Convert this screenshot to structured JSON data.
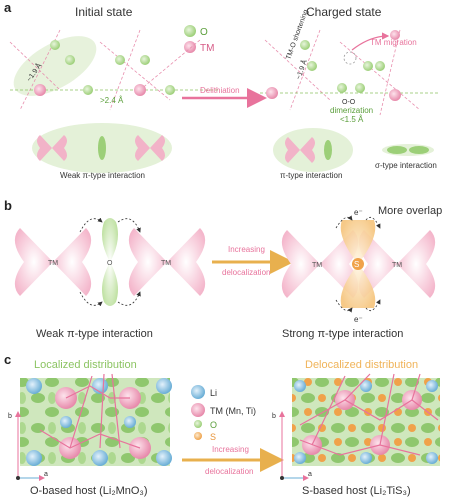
{
  "panels": {
    "a": {
      "label": "a",
      "initial_title": "Initial state",
      "charged_title": "Charged state",
      "legend_o": "O",
      "legend_tm": "TM",
      "dist_19": "~1.9 Å",
      "dist_24": ">2.4 Å",
      "delithiation": "Delithiation",
      "tmo_shortening": "TM-O shortening",
      "dist_charged_19": "~1.9 Å",
      "tm_migration": "TM migration",
      "oo": "O-O",
      "dimerization": "dimerization",
      "dist_15": "<1.5 Å",
      "weak_pi": "Weak π-type interaction",
      "pi": "π-type interaction",
      "sigma": "σ-type interaction"
    },
    "b": {
      "label": "b",
      "tm": "TM",
      "o": "O",
      "s": "S",
      "electron": "e⁻",
      "more_overlap": "More overlap",
      "increasing1": "Increasing",
      "increasing2": "delocalization",
      "weak": "Weak π-type interaction",
      "strong": "Strong π-type interaction"
    },
    "c": {
      "label": "c",
      "localized": "Localized distribution",
      "delocalized": "Delocalized distribution",
      "legend_li": "Li",
      "legend_tm": "TM (Mn, Ti)",
      "legend_o": "O",
      "legend_s": "S",
      "increasing1": "Increasing",
      "increasing2": "delocalization",
      "axis_b": "b",
      "axis_a": "a",
      "host_o": "O-based host (Li₂MnO₃)",
      "host_s": "S-based host (Li₂TiS₃)"
    }
  },
  "colors": {
    "pink": "#e8739c",
    "green": "#8cc463",
    "orange": "#f0b45a",
    "blue": "#6aaed6"
  }
}
